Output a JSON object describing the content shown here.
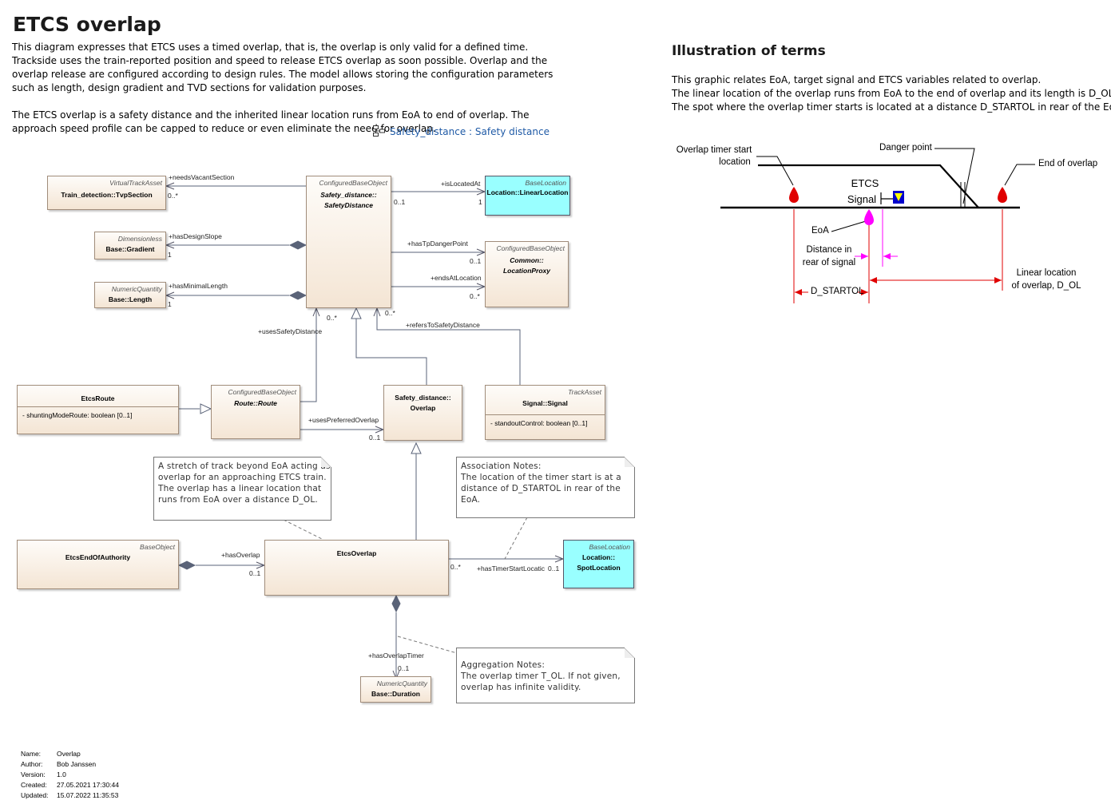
{
  "title": "ETCS overlap",
  "intro": {
    "line1": "This diagram expresses that ETCS uses a timed overlap, that is, the overlap is only valid for a defined time.",
    "line2": "Trackside uses the train-reported position and speed to release ETCS overlap as soon possible. Overlap and the overlap release are configured according to design rules. The model allows storing the configuration parameters such as length, design gradient and TVD sections for validation purposes.",
    "line3": "The ETCS overlap is a safety distance and the inherited linear location runs from EoA to end of overlap. The approach speed profile can be capped to reduce or even eliminate the need for overlap.",
    "link": "Safety_distance : Safety distance"
  },
  "illustration": {
    "title": "Illustration of terms",
    "p1": "This graphic relates EoA, target signal and ETCS variables related to overlap.",
    "p2": "The linear location of the overlap runs from EoA to the end of overlap and its length is D_OL. T",
    "p3": "The spot where the overlap timer starts is located at a distance D_STARTOL in rear of the EoA.",
    "labels": {
      "timer_start_1": "Overlap timer start",
      "timer_start_2": "location",
      "danger_point": "Danger point",
      "end_of_overlap": "End of overlap",
      "etcs_1": "ETCS",
      "etcs_2": "Signal",
      "eoa": "EoA",
      "dist_1": "Distance in",
      "dist_2": "rear of signal",
      "d_startol": "D_STARTOL",
      "lin_1": "Linear location",
      "lin_2": "of overlap, D_OL"
    },
    "colors": {
      "red": "#e00000",
      "magenta": "#ff00ff",
      "track": "#000000",
      "signal_yellow": "#ffff00",
      "signal_blue": "#0000cc"
    }
  },
  "classes": {
    "tvd": {
      "stereo": "VirtualTrackAsset",
      "name": "Train_detection::TvpSection"
    },
    "gradient": {
      "stereo": "Dimensionless",
      "name": "Base::Gradient"
    },
    "length": {
      "stereo": "NumericQuantity",
      "name": "Base::Length"
    },
    "safety": {
      "stereo": "ConfiguredBaseObject",
      "name1": "Safety_distance::",
      "name2": "SafetyDistance"
    },
    "linloc": {
      "stereo": "BaseLocation",
      "name": "Location::LinearLocation"
    },
    "proxy": {
      "stereo": "ConfiguredBaseObject",
      "name1": "Common::",
      "name2": "LocationProxy"
    },
    "etcsroute": {
      "name": "EtcsRoute",
      "attr": "-      shuntingModeRoute: boolean [0..1]"
    },
    "route": {
      "stereo": "ConfiguredBaseObject",
      "name": "Route::Route"
    },
    "overlap": {
      "name1": "Safety_distance::",
      "name2": "Overlap"
    },
    "signal": {
      "stereo": "TrackAsset",
      "name": "Signal::Signal",
      "attr": "-      standoutControl: boolean [0..1]"
    },
    "eoa": {
      "stereo": "BaseObject",
      "name": "EtcsEndOfAuthority"
    },
    "etcsoverlap": {
      "name": "EtcsOverlap"
    },
    "spotloc": {
      "stereo": "BaseLocation",
      "name1": "Location::",
      "name2": "SpotLocation"
    },
    "duration": {
      "stereo": "NumericQuantity",
      "name": "Base::Duration"
    }
  },
  "associations": {
    "needsVacantSection": "+needsVacantSection",
    "needsVacantSection_mult": "0..*",
    "hasDesignSlope": "+hasDesignSlope",
    "hasDesignSlope_mult": "1",
    "hasMinimalLength": "+hasMinimalLength",
    "hasMinimalLength_mult": "1",
    "isLocatedAt": "+isLocatedAt",
    "isLocatedAt_src": "0..1",
    "isLocatedAt_tgt": "1",
    "hasTpDangerPoint": "+hasTpDangerPoint",
    "hasTpDangerPoint_mult": "0..1",
    "endsAtLocation": "+endsAtLocation",
    "endsAtLocation_mult": "0..*",
    "usesSafetyDistance": "+usesSafetyDistance",
    "usesSafetyDistance_mult": "0..*",
    "refersToSafetyDistance": "+refersToSafetyDistance",
    "refersToSafetyDistance_mult": "0..*",
    "usesPreferredOverlap": "+usesPreferredOverlap",
    "usesPreferredOverlap_mult": "0..1",
    "hasOverlap": "+hasOverlap",
    "hasOverlap_mult": "0..1",
    "hasTimerStartLocation": "+hasTimerStartLocatic",
    "hasTimerStartLocation_src": "0..*",
    "hasTimerStartLocation_tgt": "0..1",
    "hasOverlapTimer": "+hasOverlapTimer",
    "hasOverlapTimer_mult": "0..1"
  },
  "notes": {
    "stretch": [
      "A stretch of track beyond EoA acting as",
      "overlap for an approaching ETCS train.",
      "The overlap has a linear location that",
      "runs from EoA over a distance D_OL."
    ],
    "association": [
      "Association Notes:",
      "The location of the timer start is at a",
      "distance of D_STARTOL in rear of the",
      "EoA."
    ],
    "aggregation": [
      "Aggregation Notes:",
      "The overlap timer T_OL. If not given,",
      "overlap has infinite validity."
    ]
  },
  "meta": {
    "name_k": "Name:",
    "name_v": "Overlap",
    "author_k": "Author:",
    "author_v": "Bob Janssen",
    "version_k": "Version:",
    "version_v": "1.0",
    "created_k": "Created:",
    "created_v": "27.05.2021 17:30:44",
    "updated_k": "Updated:",
    "updated_v": "15.07.2022 11:35:53"
  }
}
